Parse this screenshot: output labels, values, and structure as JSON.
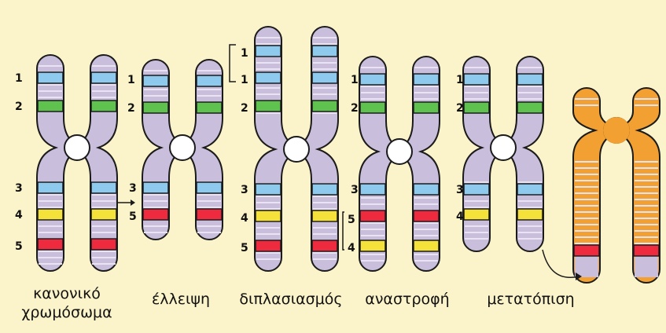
{
  "colors": {
    "background": "#fbf3c9",
    "chromatid": "#c9bfdc",
    "outline": "#1b1b1b",
    "blue": "#8ec9ee",
    "green": "#5fc14e",
    "yellow": "#f4e23a",
    "red": "#ee2a3f",
    "orange": "#f2a032",
    "centromere": "#ffffff"
  },
  "figures": [
    {
      "id": "normal",
      "caption_lines": [
        "κανονικό",
        "χρωμόσωμα"
      ],
      "band_labels": [
        "1",
        "2",
        "3",
        "4",
        "5"
      ]
    },
    {
      "id": "deletion",
      "caption_lines": [
        "έλλειψη"
      ],
      "band_labels": [
        "1",
        "2",
        "3",
        "5"
      ]
    },
    {
      "id": "duplication",
      "caption_lines": [
        "διπλασιασμός"
      ],
      "band_labels": [
        "1",
        "1",
        "2",
        "3",
        "4",
        "5"
      ]
    },
    {
      "id": "inversion",
      "caption_lines": [
        "αναστροφή"
      ],
      "band_labels": [
        "1",
        "2",
        "3",
        "5",
        "4"
      ]
    },
    {
      "id": "translocation",
      "caption_lines": [
        "μετατόπιση"
      ],
      "band_labels": [
        "1",
        "2",
        "3",
        "4"
      ]
    }
  ]
}
